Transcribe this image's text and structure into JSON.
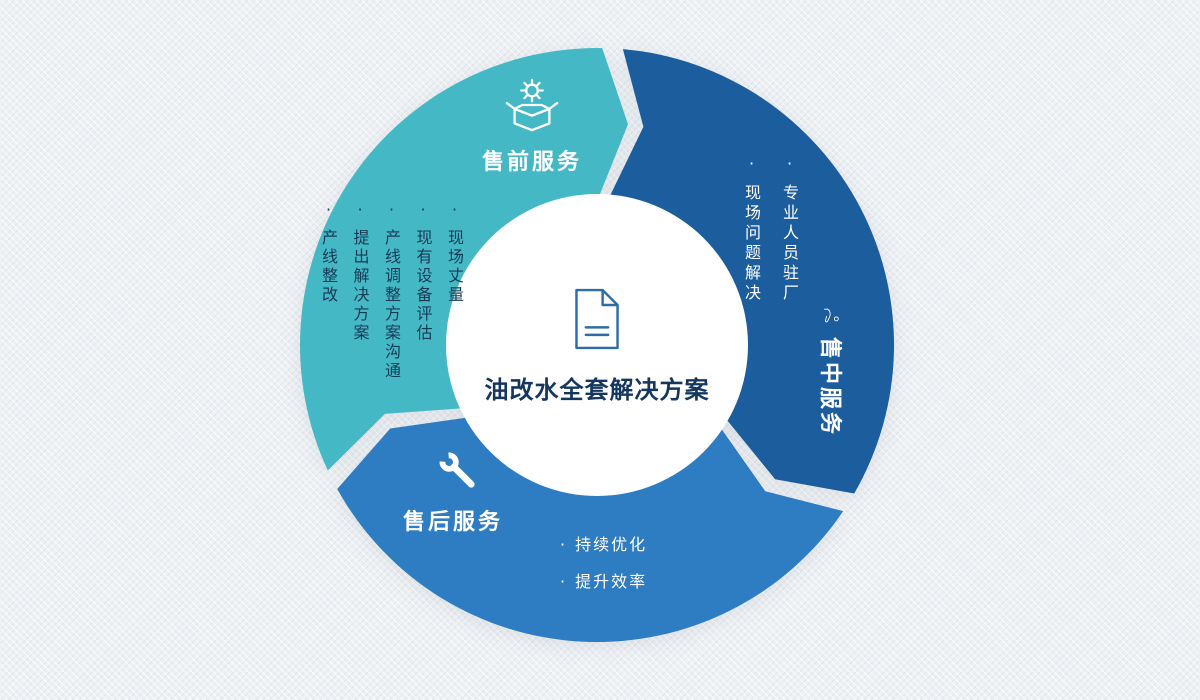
{
  "title": {
    "text": "油改水全套解决方案"
  },
  "bullet": "·",
  "colors": {
    "pre_sale": "#45b8c6",
    "mid_sale": "#1c5d9d",
    "after_sale": "#2e7cc1",
    "title_text": "#15375f",
    "pre_item_text": "#173a55",
    "background": "#eef1f4",
    "center_icon": "#2e6da4"
  },
  "segments": [
    {
      "id": "pre-sale",
      "label": "售前服务",
      "icon": "parts-box-gear-icon",
      "items": [
        "现场丈量",
        "现有设备评估",
        "产线调整方案沟通",
        "提出解决方案",
        "产线整改"
      ]
    },
    {
      "id": "mid-sale",
      "label": "售中服务",
      "icon": "hand-service-icon",
      "items": [
        "专业人员驻厂",
        "现场问题解决"
      ]
    },
    {
      "id": "after-sale",
      "label": "售后服务",
      "icon": "wrench-icon",
      "items": [
        "持续优化",
        "提升效率"
      ]
    }
  ]
}
